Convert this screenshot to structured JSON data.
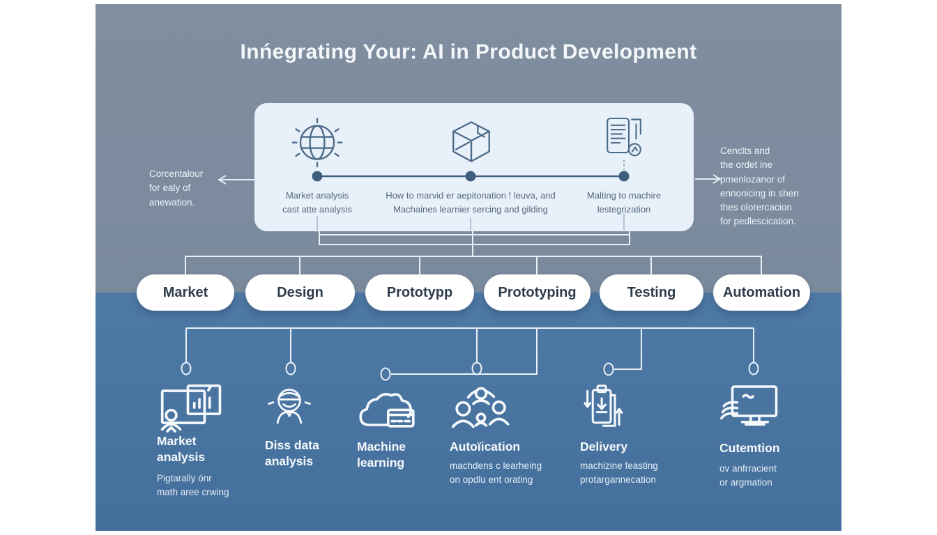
{
  "colors": {
    "bg_top": "#7A8A9D",
    "bg_bottom": "#4B77A3",
    "card_bg": "#E8F1FA",
    "card_text": "#54677C",
    "card_icon": "#4D6A89",
    "timeline_dot": "#3F5E7E",
    "connector_line": "#E9F1F8",
    "pill_bg": "#FFFFFF",
    "pill_text": "#2E3C4B",
    "light_text": "#F3F7FA"
  },
  "title": "Inńegrating Your: AI in Product Development",
  "annotations": {
    "left": "Corcentalour\nfor ealy of\nanewation.",
    "right": "Cenclts and\nthe ordet ine\npmenlozanor of\nennonicing in shen\nthes olorercacion\nfor pedlescication."
  },
  "process_card": {
    "steps": [
      {
        "icon": "globe-icon",
        "caption": "Market analysis\ncast atte analysis"
      },
      {
        "icon": "cube-icon",
        "caption": "How to marvid er aepitonation ! leuva, and\nMachaines learnier sercing and gilding"
      },
      {
        "icon": "document-icon",
        "caption": "Malting to machire\nlestegrization"
      }
    ]
  },
  "stages": [
    "Market",
    "Design",
    "Prototypp",
    "Prototyping",
    "Testing",
    "Automation"
  ],
  "features": [
    {
      "icon": "presentation-chart-icon",
      "title": "Market\nanalysis",
      "subtitle": "Pigtarally ónr\nmath aree crwing"
    },
    {
      "icon": "analyst-icon",
      "title": "Diss data\nanalysis",
      "subtitle": ""
    },
    {
      "icon": "cloud-data-icon",
      "title": "Machine\nlearning",
      "subtitle": ""
    },
    {
      "icon": "team-icon",
      "title": "Autoïication",
      "subtitle": "machdens c learheing\non opdlu ent orating"
    },
    {
      "icon": "clipboard-sync-icon",
      "title": "Delivery",
      "subtitle": "machizine feasting\nprotargannecation"
    },
    {
      "icon": "monitor-icon",
      "title": "Cutemtion",
      "subtitle": "ov anfrracient\nor argmation"
    }
  ]
}
